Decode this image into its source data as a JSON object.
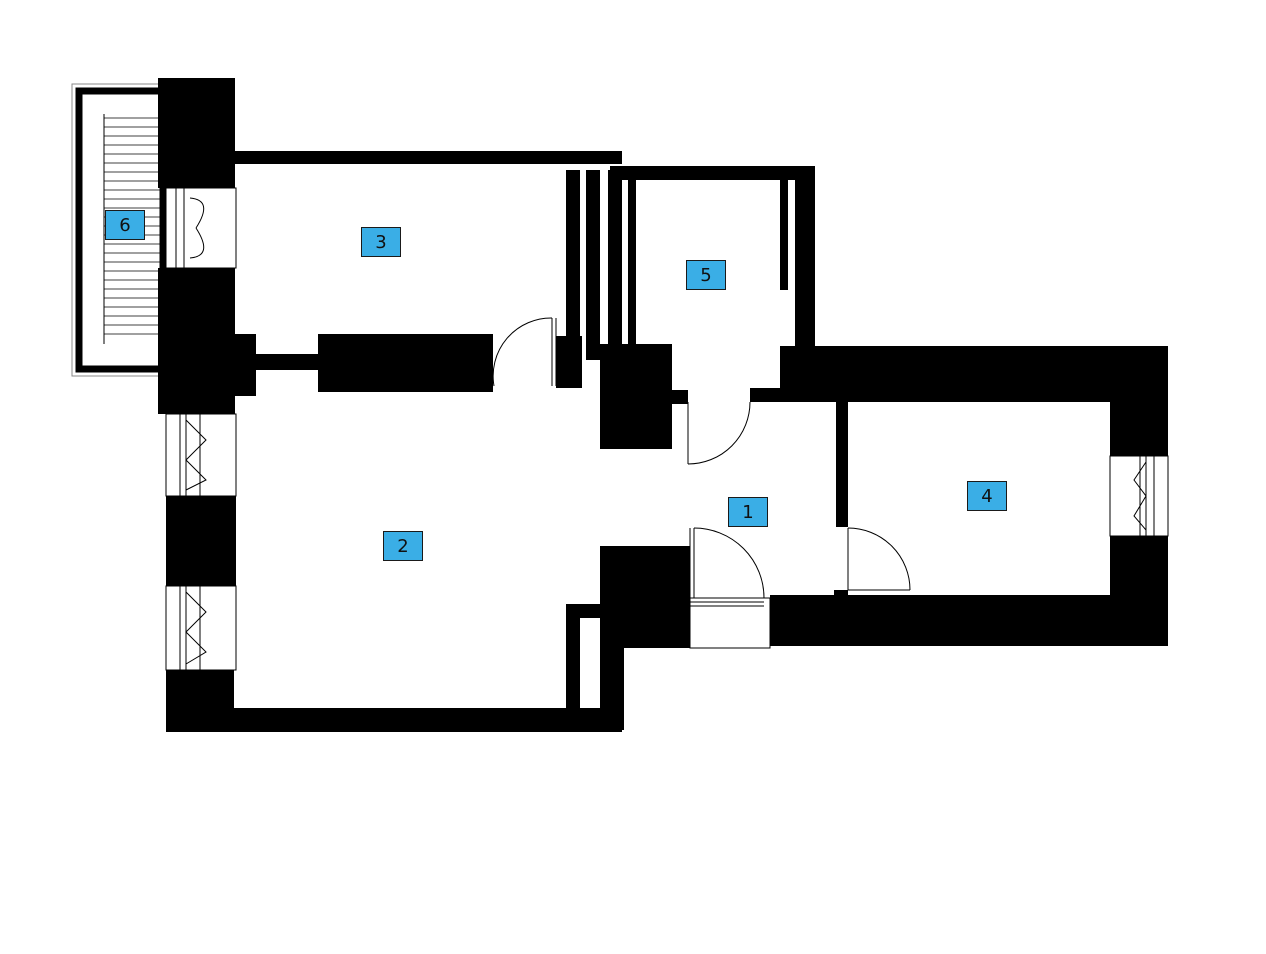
{
  "colors": {
    "wall": "#000000",
    "background": "#ffffff",
    "label_fill": "#3aaee6",
    "label_text": "#111111",
    "line": "#000000"
  },
  "rooms": [
    {
      "label": "1"
    },
    {
      "label": "2"
    },
    {
      "label": "3"
    },
    {
      "label": "4"
    },
    {
      "label": "5"
    },
    {
      "label": "6"
    }
  ]
}
